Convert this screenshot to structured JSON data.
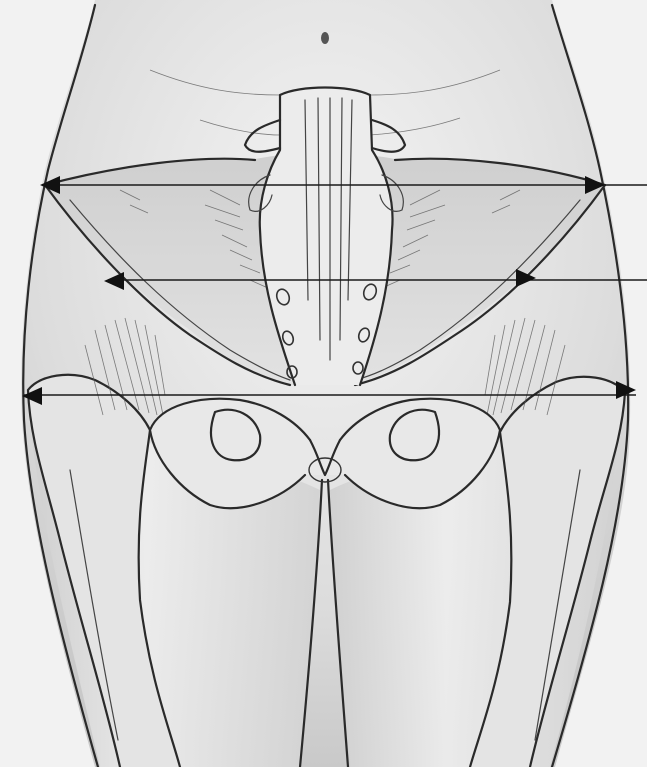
{
  "figure": {
    "subject": "",
    "colors": {
      "paper": "#f2f2f2",
      "skin_shade": "#d9d9d9",
      "bone": "#e6e6e6",
      "sacrum": "#ececec",
      "ink": "#1f1f1f"
    },
    "measurement_lines": [
      {
        "name": "upper-width-line",
        "arrowheads": "both"
      },
      {
        "name": "middle-width-line",
        "arrowheads": "both"
      },
      {
        "name": "lower-width-line",
        "arrowheads": "both"
      }
    ]
  }
}
